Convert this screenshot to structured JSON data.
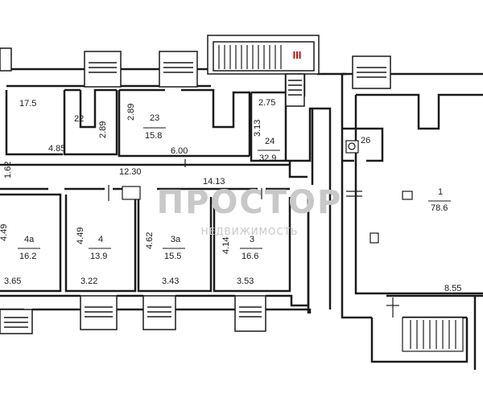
{
  "watermark": {
    "brand": "ПРОСТОР",
    "subtitle": "НЕДВИЖИМОСТЬ"
  },
  "stair_mark": "III",
  "colors": {
    "wall": "#1a1a1a",
    "stair_mark": "#cc0000",
    "watermark": "#c8c8c8"
  },
  "rooms": [
    {
      "id": "r17",
      "area": "17.5"
    },
    {
      "id": "r22",
      "number": "22"
    },
    {
      "id": "r23",
      "number": "23",
      "area": "15.8"
    },
    {
      "id": "r24",
      "number": "24",
      "area": "32.9"
    },
    {
      "id": "r26",
      "number": "26"
    },
    {
      "id": "r1",
      "number": "1",
      "area": "78.6"
    },
    {
      "id": "r4a",
      "number": "4a",
      "area": "16.2"
    },
    {
      "id": "r4",
      "number": "4",
      "area": "13.9"
    },
    {
      "id": "r3a",
      "number": "3a",
      "area": "15.5"
    },
    {
      "id": "r3",
      "number": "3",
      "area": "16.6"
    }
  ],
  "dimensions": [
    "4.85",
    "2.89",
    "2.89",
    "2.75",
    "3.13",
    "6.00",
    "12.30",
    "14.13",
    "1.62",
    "4.49",
    "4.49",
    "4.62",
    "4.14",
    "3.65",
    "3.22",
    "3.43",
    "3.53",
    "8.55"
  ]
}
